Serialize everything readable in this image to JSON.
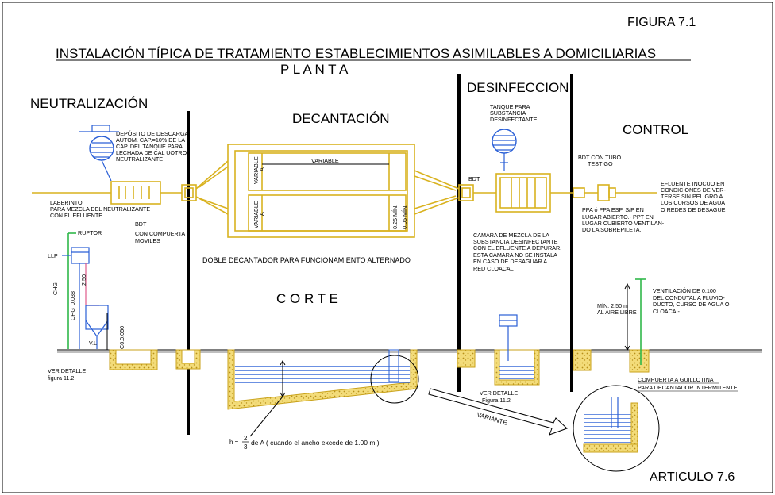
{
  "figure": "FIGURA 7.1",
  "title": "INSTALACIÓN TÍPICA DE TRATAMIENTO ESTABLECIMIENTOS ASIMILABLES  A DOMICILIARIAS",
  "planta": "P L A N T A",
  "corte": "C O R T E",
  "article": "ARTICULO 7.6",
  "sections": {
    "neutralizacion": "NEUTRALIZACIÓN",
    "decantacion": "DECANTACIÓN",
    "desinfeccion": "DESINFECCION",
    "control": "CONTROL"
  },
  "neutralization": {
    "deposito": [
      "DEPÓSITO DE DESCARGA",
      "AUTOM. CAP.=10% DE LA",
      "CAP. DEL TANQUE PARA",
      "LECHADA DE CAL UOTRO",
      "NEUTRALIZANTE"
    ],
    "laberinto": [
      "LABERINTO",
      "PARA MEZCLA DEL NEUTRALIZANTE",
      "CON EL EFLUENTE"
    ],
    "bdt": [
      "BDT",
      "CON COMPUERTA",
      "MOVILES"
    ],
    "ruptor": "RUPTOR",
    "llp": "LLP",
    "chg1": "CHG",
    "chg2": "CHG",
    "dim_0038": "0.038",
    "dim_250": "2.50",
    "dim_c0050": "C0.0.050",
    "vl": "V.L",
    "ver_detalle": [
      "VER DETALLE",
      "figura 11.2"
    ]
  },
  "decantation": {
    "variable_top": "VARIABLE",
    "variable_v1": "VARIABLE",
    "variable_v2": "VARIABLE",
    "a1": "A",
    "a2": "A",
    "min1": "0.25 MÍN.",
    "min2": "0.05 MÍN.",
    "doble": "DOBLE DECANTADOR PARA FUNCIONAMIENTO ALTERNADO",
    "formula_h": "h =",
    "formula_num": "2",
    "formula_den": "3",
    "formula_rest": "de A ( cuando el ancho excede de 1.00 m )",
    "variante": "VARIANTE"
  },
  "disinfection": {
    "tanque": [
      "TANQUE PARA",
      "SUBSTANCIA",
      "DESINFECTANTE"
    ],
    "bdt": "BDT",
    "camara": [
      "CAMARA DE MEZCLA DE LA",
      "SUBSTANCIA DESINFECTANTE",
      "CON EL EFLUENTE A DEPURAR.",
      "ESTA CAMARA NO SE INSTALA",
      "EN CASO DE DESAGUAR A",
      "RED CLOACAL"
    ],
    "ver_detalle": [
      "VER DETALLE",
      "Figura  11.2"
    ]
  },
  "control": {
    "bdt_tubo": [
      "BDT CON TUBO",
      "TESTIGO"
    ],
    "efluente": [
      "EFLUENTE INOCUO EN",
      "CONDICIONES DE VER-",
      "TERSE SIN PELIGRO A",
      "LOS CURSOS DE AGUA",
      "O REDES DE DESAGUE"
    ],
    "ppa": [
      "PPA ó PPA ESP. S/P EN",
      "LUGAR ABIERTO.- PPT EN",
      "LUGAR CUBIERTO VENTILAN-",
      "DO LA SOBREPILETA."
    ],
    "min": [
      "MÍN. 2.50 m",
      "AL AIRE LIBRE"
    ],
    "ventilacion": [
      "VENTILACIÓN DE 0.100",
      "DEL CONDUTAL A FLUVIO-",
      "DUCTO, CURSO DE AGUA O",
      "CLOACA.-"
    ],
    "compuerta": [
      "COMPUERTA A GUILLOTINA",
      "PARA DECANTADOR INTERMITENTE"
    ]
  },
  "colors": {
    "gold": "#d9b21f",
    "blue": "#2a5fd6",
    "green": "#2fb84a",
    "pink": "#e05a8a"
  }
}
